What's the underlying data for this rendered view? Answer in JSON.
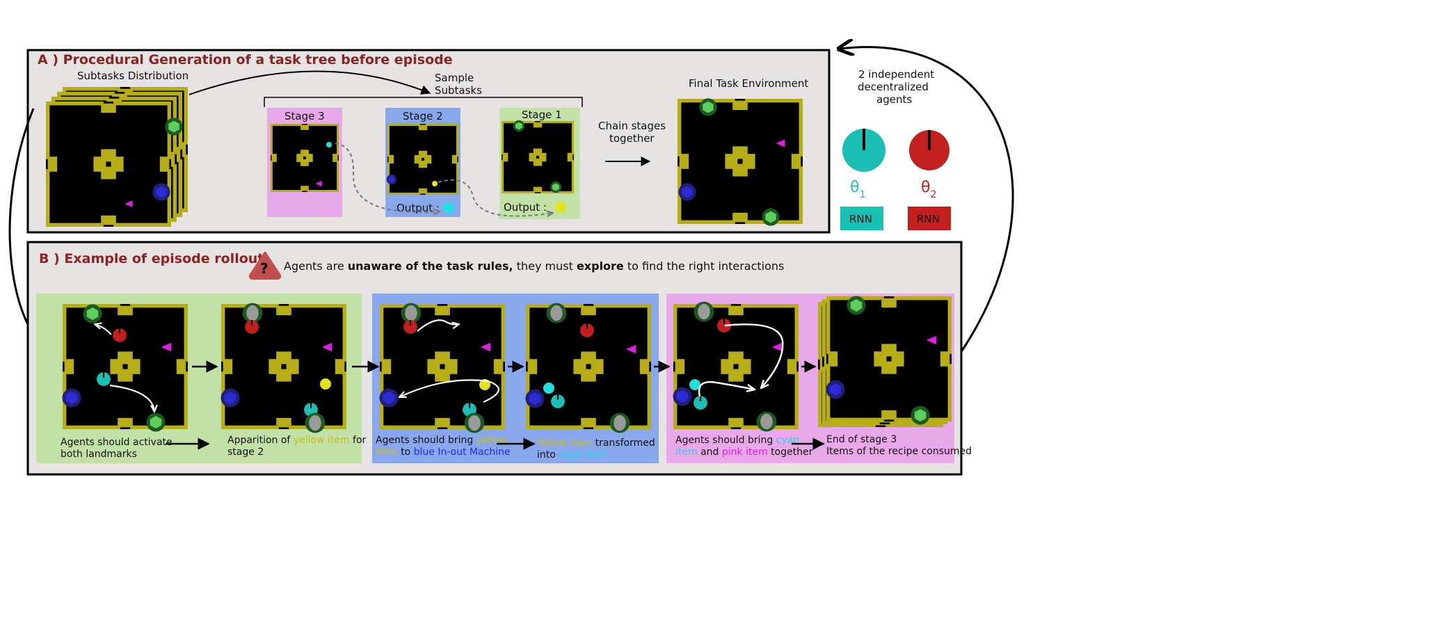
{
  "panel_a": {
    "title": "A ) Procedural Generation of a task tree before episode",
    "subtasks_distribution": "Subtasks Distribution",
    "sample_subtasks_line1": "Sample",
    "sample_subtasks_line2": "Subtasks",
    "stages": [
      {
        "label": "Stage 3",
        "bg": "#e9a9e9"
      },
      {
        "label": "Stage 2",
        "bg": "#89a7ec"
      },
      {
        "label": "Stage 1",
        "bg": "#c2e1a7"
      }
    ],
    "output_label": "Output :",
    "chain_line1": "Chain stages",
    "chain_line2": "together",
    "final_env": "Final Task Environment"
  },
  "agents": {
    "title_line1": "2 independent",
    "title_line2": "decentralized",
    "title_line3": "agents",
    "theta1": "θ",
    "theta1_sub": "1",
    "theta2": "θ",
    "theta2_sub": "2",
    "rnn1": "RNN",
    "rnn2": "RNN",
    "color1": "#1bbfb3",
    "color2": "#c21f1f"
  },
  "panel_b": {
    "title": "B )  Example of episode rollout",
    "warning_mark": "?",
    "notice_pre": "Agents are ",
    "notice_bold1": "unaware of the task rules,",
    "notice_mid": " they must ",
    "notice_bold2": "explore",
    "notice_post": " to find the right interactions",
    "captions": {
      "c1_line1": "Agents should activate",
      "c1_line2": "both landmarks",
      "c2_pre": "Apparition of ",
      "c2_yellow": "yellow item",
      "c2_post": " for",
      "c2_line2": "stage 2",
      "c3_pre": "Agents should bring ",
      "c3_yellow1": "yellow",
      "c3_yellow2": "item",
      "c3_to": " to ",
      "c3_blue": "blue In-out Machine",
      "c4_yellow": "Yellow item",
      "c4_post": " transformed",
      "c4_into": "into ",
      "c4_cyan": "cyan item",
      "c5_pre": "Agents should bring ",
      "c5_cyan1": "cyan",
      "c5_cyan2": "item",
      "c5_and": " and ",
      "c5_pink": "pink item",
      "c5_post": " together",
      "c6_line1": "End of stage 3",
      "c6_line2": "Items of the recipe consumed"
    }
  }
}
